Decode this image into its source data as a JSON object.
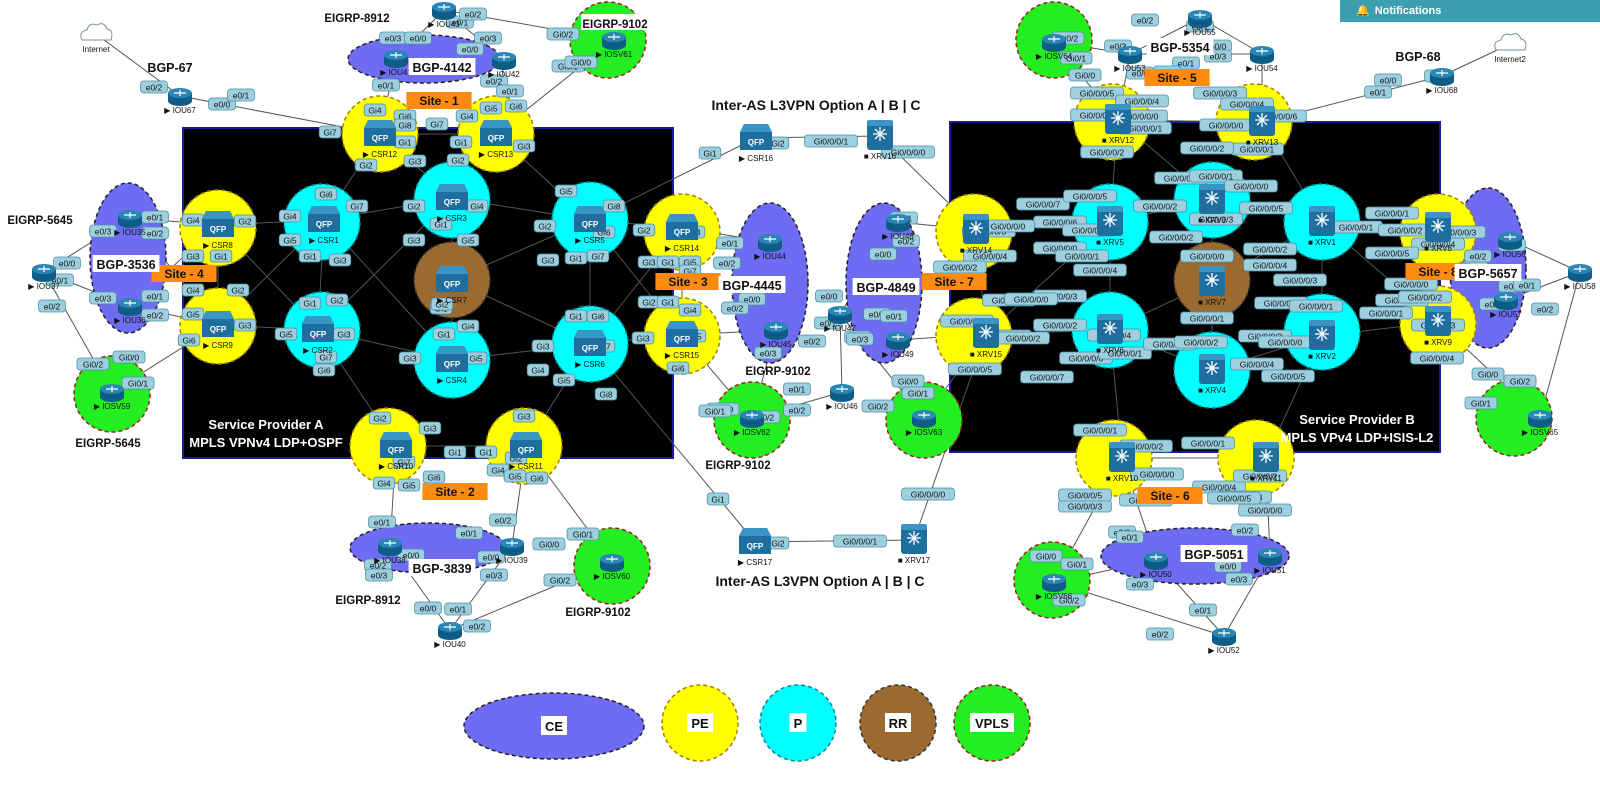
{
  "notifications": {
    "label": "Notifications",
    "icon": "bell-icon"
  },
  "headers": {
    "inter_as_top": "Inter-AS L3VPN Option A | B | C",
    "inter_as_bottom": "Inter-AS L3VPN Option A | B | C"
  },
  "providers": {
    "a_line1": "Service Provider A",
    "a_line2": "MPLS VPNv4 LDP+OSPF",
    "b_line1": "Service Provider B",
    "b_line2": "MPLS VPv4 LDP+ISIS-L2"
  },
  "legend": [
    {
      "label": "CE",
      "color": "#6d6cf2",
      "border": "#222"
    },
    {
      "label": "PE",
      "color": "#ffff00",
      "border": "#a08000"
    },
    {
      "label": "P",
      "color": "#00ffff",
      "border": "#008a8a"
    },
    {
      "label": "RR",
      "color": "#9a6a30",
      "border": "#333"
    },
    {
      "label": "VPLS",
      "color": "#22ee22",
      "border": "#a02020"
    }
  ],
  "sites": [
    "Site - 1",
    "Site - 2",
    "Site - 3",
    "Site - 4",
    "Site - 5",
    "Site - 6",
    "Site - 7",
    "Site - 8"
  ],
  "as_labels": [
    "BGP-67",
    "BGP-4142",
    "BGP-3536",
    "BGP-4445",
    "BGP-3839",
    "BGP-4849",
    "BGP-5354",
    "BGP-68",
    "BGP-5657",
    "BGP-5051"
  ],
  "eigrp_labels": [
    "EIGRP-8912",
    "EIGRP-9102",
    "EIGRP-5645",
    "EIGRP-9102",
    "EIGRP-5645",
    "EIGRP-9102",
    "EIGRP-8912",
    "EIGRP-9102"
  ],
  "internet": [
    "Internet",
    "Internet2"
  ],
  "nodes": {
    "CSR1": "CSR1",
    "CSR2": "CSR2",
    "CSR3": "CSR3",
    "CSR4": "CSR4",
    "CSR5": "CSR5",
    "CSR6": "CSR6",
    "CSR7": "CSR7",
    "CSR8": "CSR8",
    "CSR9": "CSR9",
    "CSR10": "CSR10",
    "CSR11": "CSR11",
    "CSR12": "CSR12",
    "CSR13": "CSR13",
    "CSR14": "CSR14",
    "CSR15": "CSR15",
    "CSR16": "CSR16",
    "CSR17": "CSR17",
    "XRV1": "XRV1",
    "XRV2": "XRV2",
    "XRV3": "XRV3",
    "XRV4": "XRV4",
    "XRV5": "XRV5",
    "XRV6": "XRV6",
    "XRV7": "XRV7",
    "XRV8": "XRV8",
    "XRV9": "XRV9",
    "XRV10": "XRV10",
    "XRV11": "XRV11",
    "XRV12": "XRV12",
    "XRV13": "XRV13",
    "XRV14": "XRV14",
    "XRV15": "XRV15",
    "XRV16": "XRV16",
    "XRV17": "XRV17",
    "IOU35": "IOU35",
    "IOU36": "IOU36",
    "IOU37": "IOU37",
    "IOU38": "IOU38",
    "IOU39": "IOU39",
    "IOU40": "IOU40",
    "IOU41": "IOU41",
    "IOU42": "IOU42",
    "IOU43": "IOU43",
    "IOU44": "IOU44",
    "IOU45": "IOU45",
    "IOU46": "IOU46",
    "IOU47": "IOU47",
    "IOU48": "IOU48",
    "IOU49": "IOU49",
    "IOU50": "IOU50",
    "IOU51": "IOU51",
    "IOU52": "IOU52",
    "IOU53": "IOU53",
    "IOU54": "IOU54",
    "IOU55": "IOU55",
    "IOU56": "IOU56",
    "IOU57": "IOU57",
    "IOU58": "IOU58",
    "IOU67": "IOU67",
    "IOU68": "IOU68",
    "IOSV59": "IOSV59",
    "IOSV60": "IOSV60",
    "IOSV61": "IOSV61",
    "IOSV62": "IOSV62",
    "IOSV63": "IOSV63",
    "IOSV64": "IOSV64",
    "IOSV65": "IOSV65",
    "IOSV66": "IOSV66"
  },
  "port_labels": [
    "Gi1",
    "Gi2",
    "Gi3",
    "Gi4",
    "Gi5",
    "Gi6",
    "Gi7",
    "Gi8",
    "e0/0",
    "e0/1",
    "e0/2",
    "e0/3",
    "Gi0/0",
    "Gi0/1",
    "Gi0/2",
    "Gi0/0/0/0",
    "Gi0/0/0/1",
    "Gi0/0/0/2",
    "Gi0/0/0/3",
    "Gi0/0/0/4",
    "Gi0/0/0/5",
    "Gi0/0/0/6",
    "Gi0/0/0/7"
  ]
}
